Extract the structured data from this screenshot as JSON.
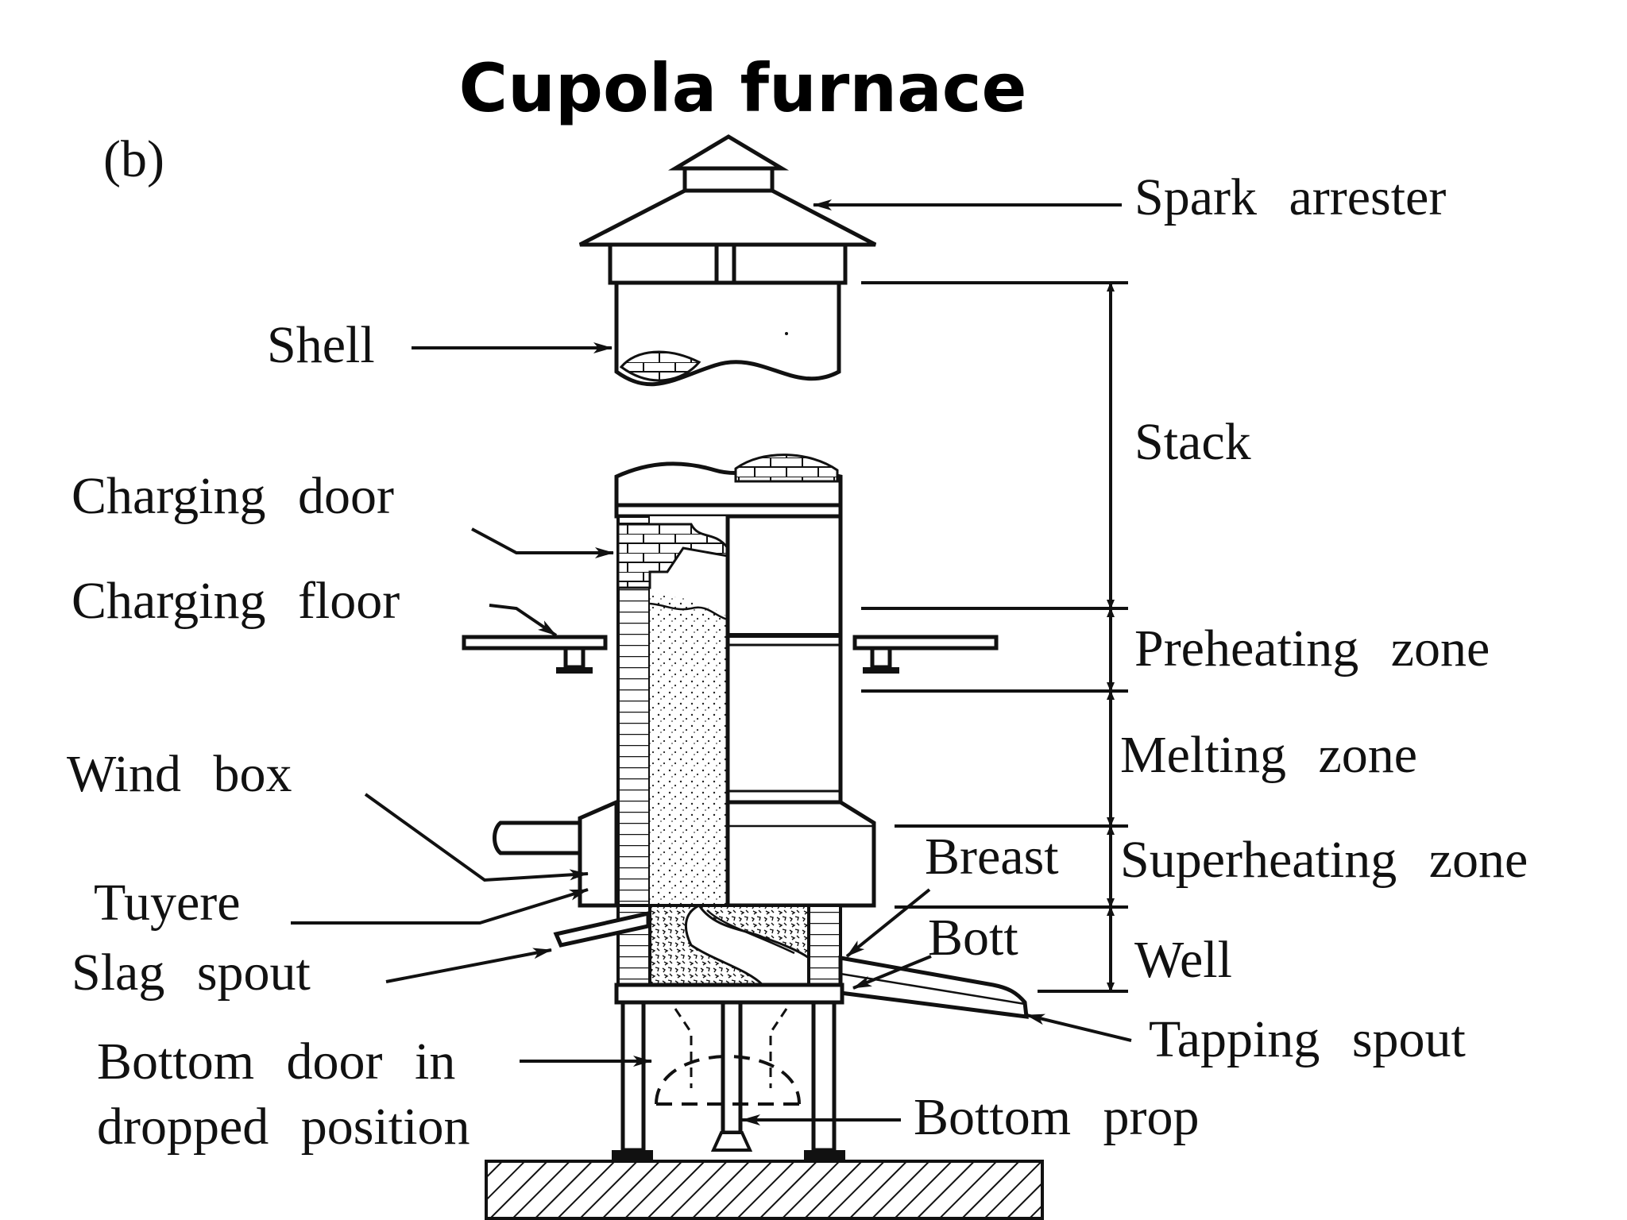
{
  "title": "Cupola furnace",
  "subfigure": "(b)",
  "labels": {
    "spark_arrester": "Spark arrester",
    "shell": "Shell",
    "stack": "Stack",
    "charging_door": "Charging door",
    "charging_floor": "Charging floor",
    "preheating_zone": "Preheating zone",
    "melting_zone": "Melting zone",
    "wind_box": "Wind box",
    "breast": "Breast",
    "superheating_zone": "Superheating zone",
    "tuyere": "Tuyere",
    "bott": "Bott",
    "well": "Well",
    "slag_spout": "Slag spout",
    "tapping_spout": "Tapping spout",
    "bottom_door_line1": "Bottom door in",
    "bottom_door_line2": "dropped position",
    "bottom_prop": "Bottom prop"
  }
}
